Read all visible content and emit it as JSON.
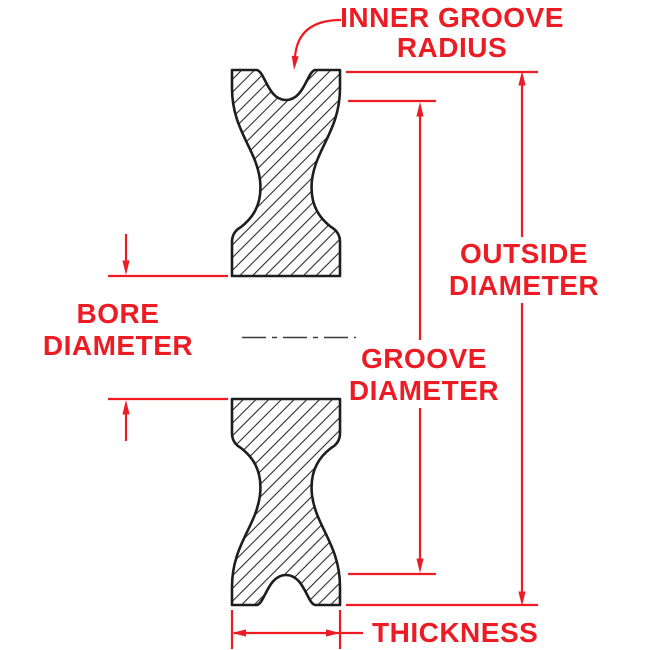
{
  "diagram": {
    "colors": {
      "dimension": "#ed1c24",
      "outline": "#1d1d1d",
      "background": "#ffffff"
    },
    "labels": {
      "inner_groove_radius": {
        "line1": "INNER GROOVE",
        "line2": "RADIUS"
      },
      "outside_diameter": {
        "line1": "OUTSIDE",
        "line2": "DIAMETER"
      },
      "groove_diameter": {
        "line1": "GROOVE",
        "line2": "DIAMETER"
      },
      "bore_diameter": {
        "line1": "BORE",
        "line2": "DIAMETER"
      },
      "thickness": {
        "line1": "THICKNESS"
      }
    }
  }
}
